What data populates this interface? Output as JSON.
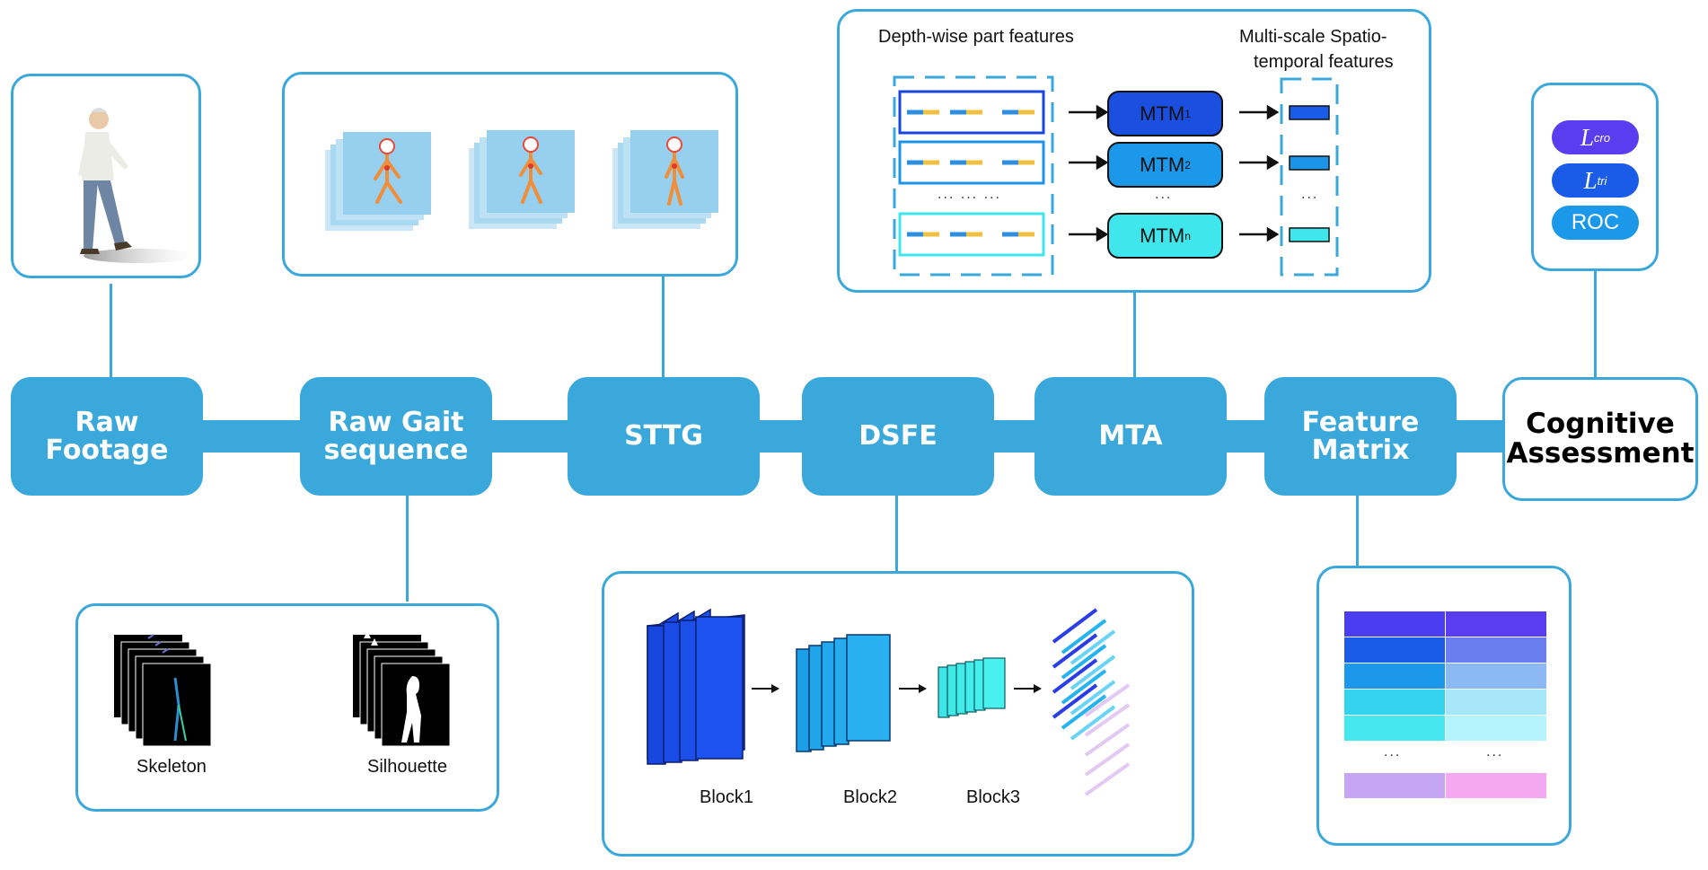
{
  "stages": [
    {
      "id": "raw-footage",
      "label": "Raw\nFootage"
    },
    {
      "id": "raw-gait-sequence",
      "label": "Raw Gait\nsequence"
    },
    {
      "id": "sttg",
      "label": "STTG"
    },
    {
      "id": "dsfe",
      "label": "DSFE"
    },
    {
      "id": "mta",
      "label": "MTA"
    },
    {
      "id": "feature-matrix",
      "label": "Feature\nMatrix"
    },
    {
      "id": "cognitive-assessment",
      "label": "Cognitive\nAssessment"
    }
  ],
  "gait_panel": {
    "skeleton_label": "Skeleton",
    "silhouette_label": "Silhouette"
  },
  "dsfe_panel": {
    "blocks": [
      "Block1",
      "Block2",
      "Block3"
    ]
  },
  "mta_panel": {
    "left_title": "Depth-wise part features",
    "right_title_line1": "Multi-scale Spatio-",
    "right_title_line2": "temporal features",
    "mtm_base": "MTM",
    "mtm_subs": [
      "1",
      "2",
      "n"
    ],
    "ellipsis": "... ... ..."
  },
  "loss_panel": {
    "l1_main": "L",
    "l1_sub": "cro",
    "l2_main": "L",
    "l2_sub": "tri",
    "roc": "ROC"
  },
  "matrix_panel": {
    "ellipsis": "..."
  },
  "colors": {
    "accent": "#3aa8da",
    "deep_blue": "#1a46e0",
    "mid_blue": "#1c94e8",
    "cyan": "#3fe6ec",
    "violet": "#5b3df0",
    "yellow": "#f0c040"
  }
}
